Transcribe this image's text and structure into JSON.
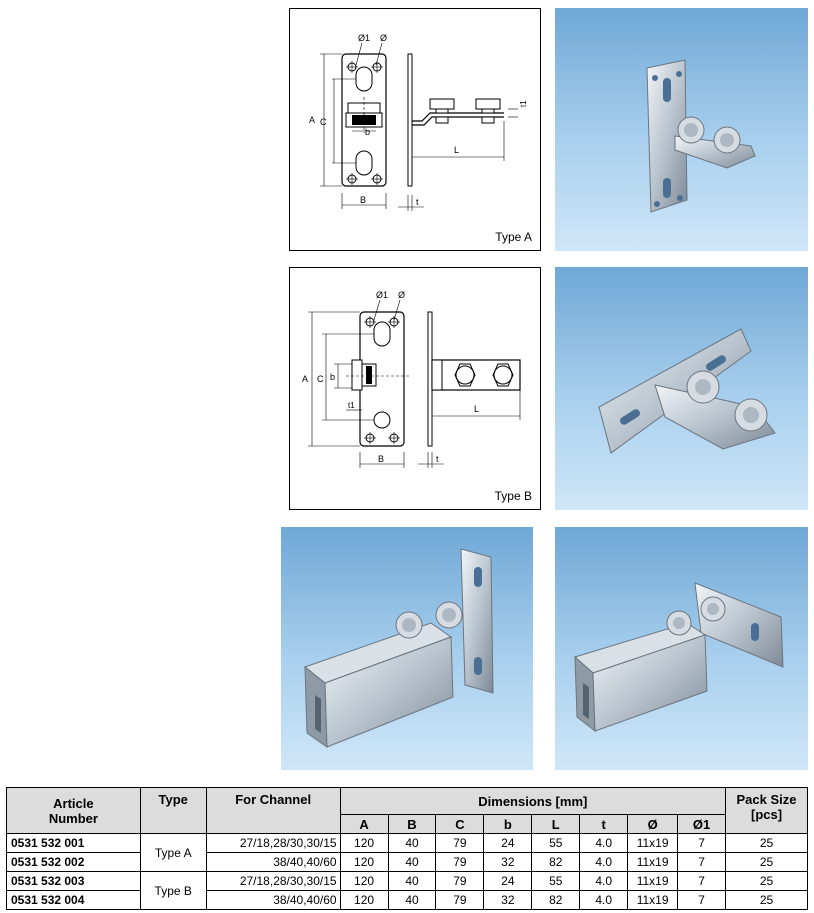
{
  "drawings": {
    "type_a": {
      "label": "Type A",
      "dims": {
        "d1": "Ø1",
        "d": "Ø",
        "A": "A",
        "C": "C",
        "b": "b",
        "B": "B",
        "t": "t",
        "t1": "t1",
        "L": "L"
      }
    },
    "type_b": {
      "label": "Type B",
      "dims": {
        "d1": "Ø1",
        "d": "Ø",
        "A": "A",
        "C": "C",
        "b": "b",
        "B": "B",
        "t": "t",
        "t1": "t1",
        "L": "L"
      }
    }
  },
  "table": {
    "headers": {
      "article_line1": "Article",
      "article_line2": "Number",
      "type": "Type",
      "channel": "For Channel",
      "dimensions": "Dimensions [mm]",
      "pack_line1": "Pack Size",
      "pack_line2": "[pcs]",
      "dim_cols": [
        "A",
        "B",
        "C",
        "b",
        "L",
        "t",
        "Ø",
        "Ø1"
      ]
    },
    "rows": [
      {
        "article": "0531 532 001",
        "type": "Type A",
        "channel": "27/18,28/30,30/15",
        "dims": [
          "120",
          "40",
          "79",
          "24",
          "55",
          "4.0",
          "11x19",
          "7"
        ],
        "pack": "25"
      },
      {
        "article": "0531 532 002",
        "type": "Type A",
        "channel": "38/40,40/60",
        "dims": [
          "120",
          "40",
          "79",
          "32",
          "82",
          "4.0",
          "11x19",
          "7"
        ],
        "pack": "25"
      },
      {
        "article": "0531 532 003",
        "type": "Type B",
        "channel": "27/18,28/30,30/15",
        "dims": [
          "120",
          "40",
          "79",
          "24",
          "55",
          "4.0",
          "11x19",
          "7"
        ],
        "pack": "25"
      },
      {
        "article": "0531 532 004",
        "type": "Type B",
        "channel": "38/40,40/60",
        "dims": [
          "120",
          "40",
          "79",
          "32",
          "82",
          "4.0",
          "11x19",
          "7"
        ],
        "pack": "25"
      }
    ]
  }
}
